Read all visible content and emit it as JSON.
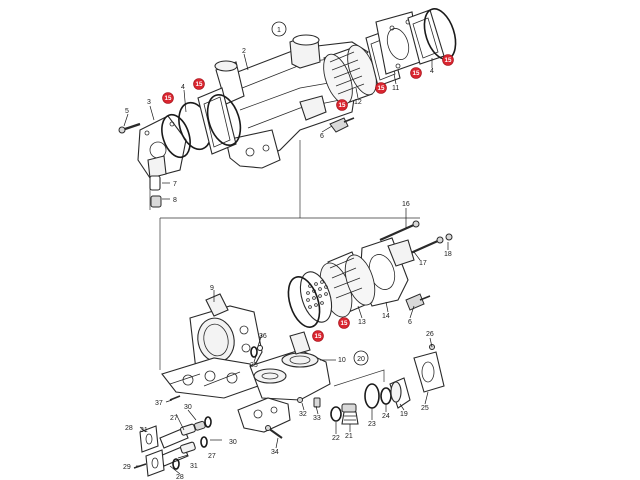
{
  "group_labels": {
    "one": "1",
    "twenty": "20"
  },
  "labels": {
    "n2": "2",
    "n3": "3",
    "n4a": "4",
    "n4b": "4",
    "n5": "5",
    "n6a": "6",
    "n6b": "6",
    "n7": "7",
    "n8": "8",
    "n9": "9",
    "n10": "10",
    "n11": "11",
    "n12": "12",
    "n13": "13",
    "n14": "14",
    "n16": "16",
    "n17": "17",
    "n18": "18",
    "n19": "19",
    "n21": "21",
    "n22": "22",
    "n23": "23",
    "n24": "24",
    "n25": "25",
    "n26": "26",
    "n27a": "27",
    "n27b": "27",
    "n28a": "28",
    "n28b": "28",
    "n29": "29",
    "n30a": "30",
    "n30b": "30",
    "n31a": "31",
    "n31b": "31",
    "n32": "32",
    "n33": "33",
    "n34": "34",
    "n35": "35",
    "n36": "36",
    "n37": "37"
  },
  "red_labels": {
    "r1": "15",
    "r2": "15",
    "r3": "15",
    "r4": "15",
    "r5": "15",
    "r6": "15",
    "r7": "15",
    "r8": "15",
    "r9": "15"
  },
  "colors": {
    "highlight": "#d9252f",
    "line": "#2a2a2a"
  }
}
